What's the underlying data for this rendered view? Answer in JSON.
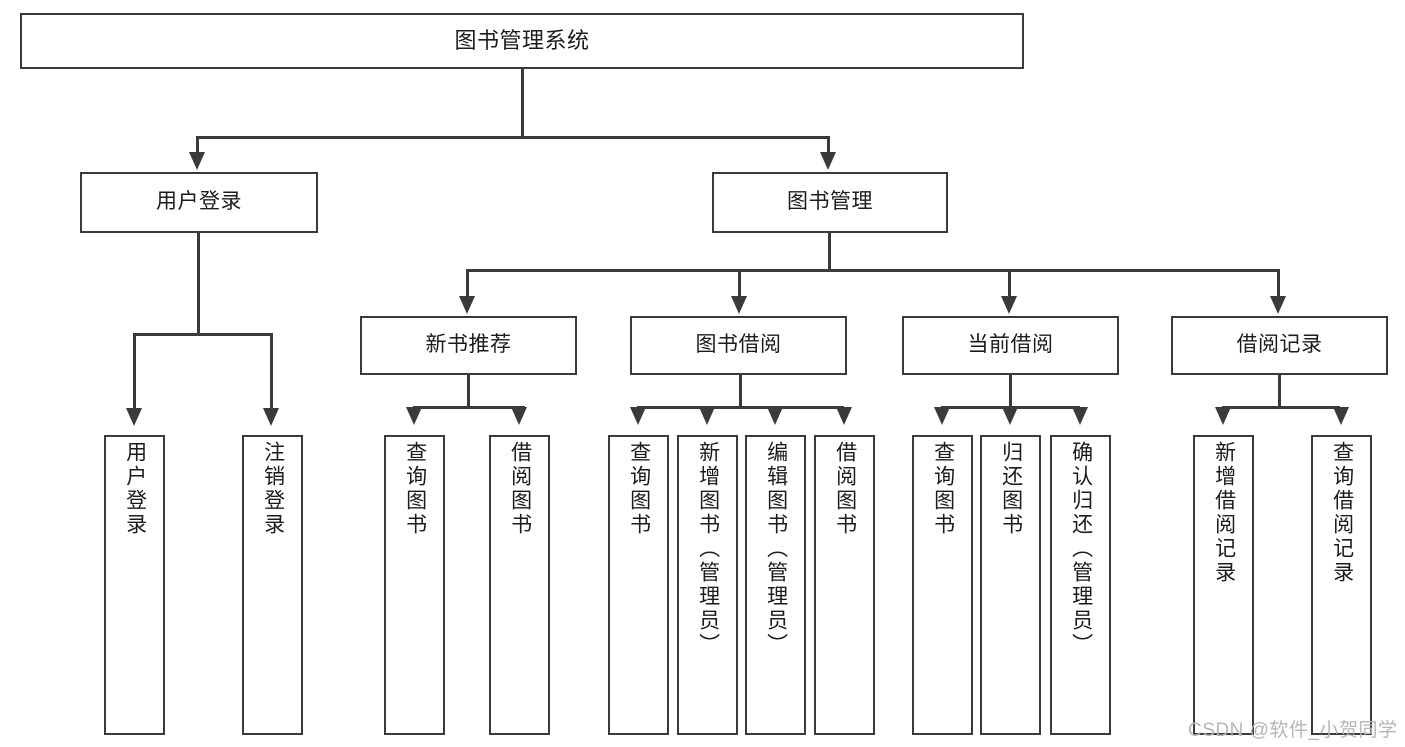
{
  "diagram": {
    "kind": "tree-hierarchy-chart",
    "title": "图书管理系统",
    "root": {
      "label": "图书管理系统"
    },
    "level2": [
      {
        "label": "用户登录"
      },
      {
        "label": "图书管理"
      }
    ],
    "level3": [
      {
        "label": "新书推荐"
      },
      {
        "label": "图书借阅"
      },
      {
        "label": "当前借阅"
      },
      {
        "label": "借阅记录"
      }
    ],
    "leaves": {
      "user_login": [
        {
          "label": "用户登录"
        },
        {
          "label": "注销登录"
        }
      ],
      "new_book_recommend": [
        {
          "label": "查询图书"
        },
        {
          "label": "借阅图书"
        }
      ],
      "book_borrow": [
        {
          "label": "查询图书"
        },
        {
          "label": "新增图书（管理员）"
        },
        {
          "label": "编辑图书（管理员）"
        },
        {
          "label": "借阅图书"
        }
      ],
      "current_borrow": [
        {
          "label": "查询图书"
        },
        {
          "label": "归还图书"
        },
        {
          "label": "确认归还（管理员）"
        }
      ],
      "borrow_record": [
        {
          "label": "新增借阅记录"
        },
        {
          "label": "查询借阅记录"
        }
      ]
    }
  },
  "watermark": {
    "text": "CSDN @软件_小贺同学"
  },
  "colors": {
    "stroke": "#3a3a3a",
    "text": "#1c1c1c",
    "background": "#ffffff",
    "watermark": "#b6b6b6"
  }
}
